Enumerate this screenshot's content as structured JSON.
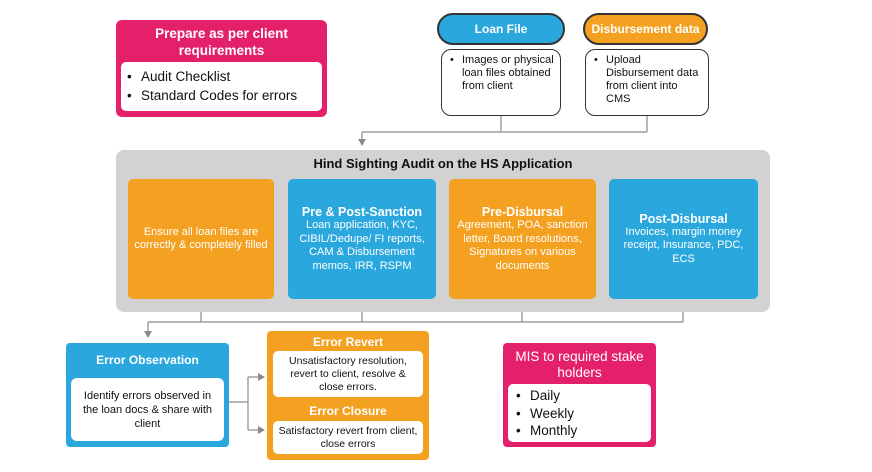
{
  "prepare": {
    "title": "Prepare as per client requirements",
    "items": [
      "Audit Checklist",
      "Standard Codes for errors"
    ]
  },
  "loan_file": {
    "label": "Loan File",
    "body": "Images or physical loan files obtained from client"
  },
  "disbursement": {
    "label": "Disbursement data",
    "body": "Upload Disbursement data from client into CMS"
  },
  "audit": {
    "title": "Hind Sighting Audit on the HS Application",
    "stages": [
      {
        "title": "",
        "body": "Ensure all loan files are correctly & completely filled"
      },
      {
        "title": "Pre & Post-Sanction",
        "body": "Loan application, KYC, CIBIL/Dedupe/ FI reports, CAM & Disbursement memos, IRR, RSPM"
      },
      {
        "title": "Pre-Disbursal",
        "body": "Agreement, POA, sanction letter, Board resolutions, Signatures on various documents"
      },
      {
        "title": "Post-Disbursal",
        "body": "Invoices, margin money receipt, Insurance, PDC, ECS"
      }
    ]
  },
  "error_observation": {
    "title": "Error Observation",
    "body": "Identify errors observed in the loan docs & share with client"
  },
  "error_revert": {
    "title": "Error Revert",
    "body": "Unsatisfactory resolution, revert to client, resolve & close errors."
  },
  "error_closure": {
    "title": "Error Closure",
    "body": "Satisfactory revert from client, close errors"
  },
  "mis": {
    "title": "MIS to required stake holders",
    "items": [
      "Daily",
      "Weekly",
      "Monthly"
    ]
  },
  "colors": {
    "pink": "#e5206b",
    "blue": "#2aa8de",
    "orange": "#f4a121",
    "gray_panel": "#d2d2d2",
    "connector": "#8a8a8a"
  }
}
